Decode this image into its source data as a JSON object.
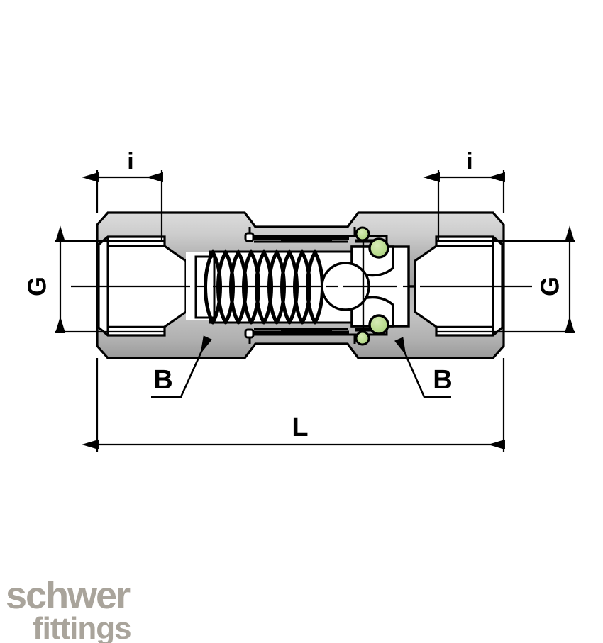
{
  "drawing": {
    "title": "Check valve sectional drawing",
    "labels": {
      "dim_i_left": "i",
      "dim_i_right": "i",
      "dim_g_left": "G",
      "dim_g_right": "G",
      "callout_b_left": "B",
      "callout_b_right": "B",
      "dim_l": "L"
    },
    "colors": {
      "line": "#000000",
      "body_light": "#d9d9d9",
      "body_mid": "#b8b8b8",
      "body_dark": "#9a9a9a",
      "oring_fill": "#bcdd92",
      "oring_stroke": "#000000",
      "cavity": "#ffffff",
      "logo": "#a9a49b",
      "background": "#ffffff"
    }
  },
  "logo": {
    "line1": "schwer",
    "line2": "fittings"
  }
}
